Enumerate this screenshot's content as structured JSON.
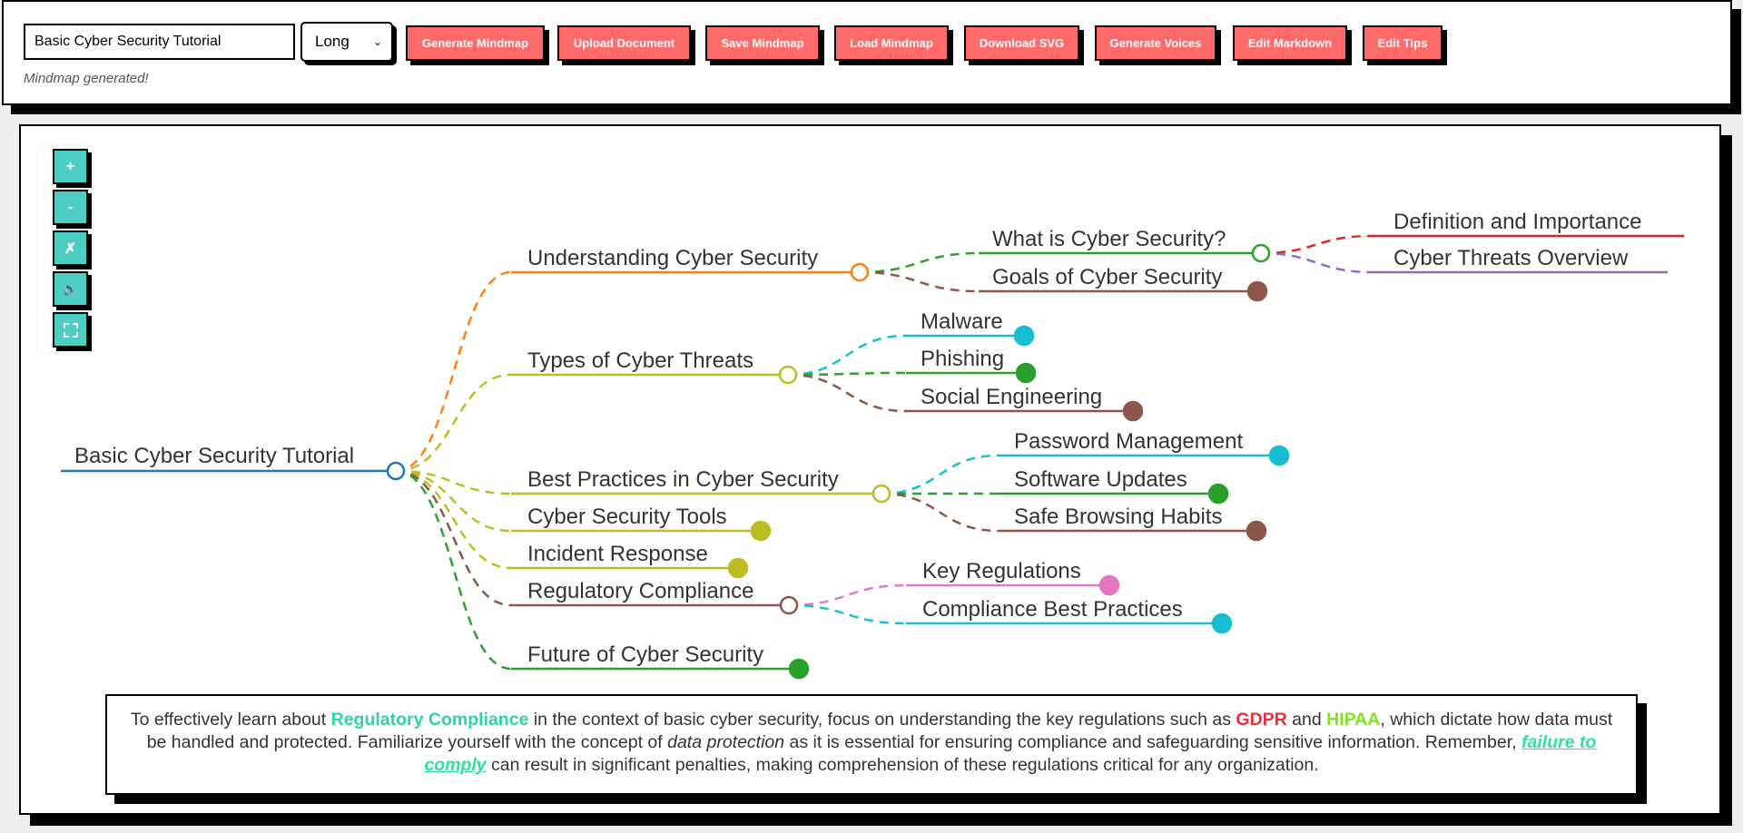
{
  "toolbar": {
    "topic_value": "Basic Cyber Security Tutorial",
    "length_select": "Long",
    "buttons": [
      "Generate Mindmap",
      "Upload Document",
      "Save Mindmap",
      "Load Mindmap",
      "Download SVG",
      "Generate Voices",
      "Edit Markdown",
      "Edit Tips"
    ],
    "status": "Mindmap generated!"
  },
  "controls": {
    "zoom_in": "+",
    "zoom_out": "-",
    "icons": [
      "zoom-in-icon",
      "zoom-out-icon",
      "reset-icon",
      "speaker-icon",
      "fullscreen-icon"
    ]
  },
  "mindmap": {
    "root": "Basic Cyber Security Tutorial",
    "nodes": [
      "Understanding Cyber Security",
      "Types of Cyber Threats",
      "Best Practices in Cyber Security",
      "Cyber Security Tools",
      "Incident Response",
      "Regulatory Compliance",
      "Future of Cyber Security"
    ],
    "understanding": [
      "What is Cyber Security?",
      "Goals of Cyber Security"
    ],
    "what_is": [
      "Definition and Importance",
      "Cyber Threats Overview"
    ],
    "threats": [
      "Malware",
      "Phishing",
      "Social Engineering"
    ],
    "practices": [
      "Password Management",
      "Software Updates",
      "Safe Browsing Habits"
    ],
    "compliance": [
      "Key Regulations",
      "Compliance Best Practices"
    ],
    "colors": {
      "blue": "#1f77b4",
      "orange": "#ff7f0e",
      "olive": "#bcbd22",
      "brown": "#8c564b",
      "green": "#2ca02c",
      "cyan": "#17becf",
      "pink": "#e377c2",
      "red": "#d62728",
      "purple": "#9467bd"
    }
  },
  "tip": {
    "t1": "To effectively learn about ",
    "h1": "Regulatory Compliance",
    "t2": " in the context of basic cyber security, focus on understanding the key regulations such as ",
    "h2": "GDPR",
    "t3": " and ",
    "h3": "HIPAA",
    "t4": ", which dictate how data must be handled and protected. Familiarize yourself with the concept of ",
    "em": "data protection",
    "t5": " as it is essential for ensuring compliance and safeguarding sensitive information. Remember, ",
    "link": "failure to comply",
    "t6": " can result in significant penalties, making comprehension of these regulations critical for any organization."
  }
}
